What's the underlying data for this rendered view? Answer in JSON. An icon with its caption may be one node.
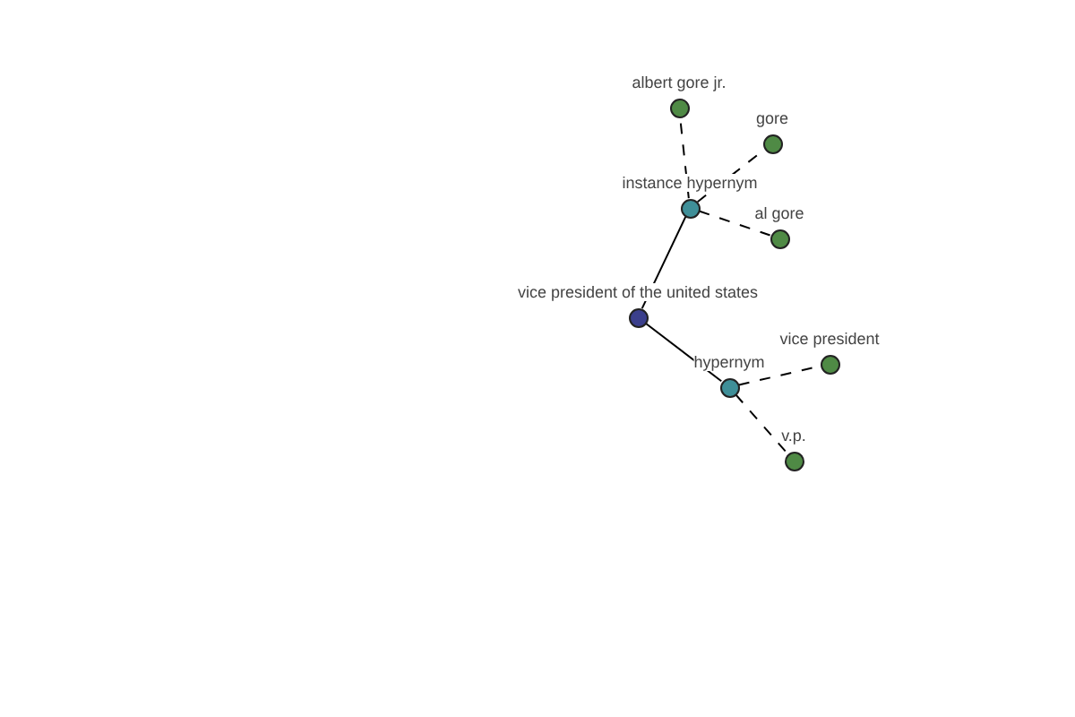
{
  "diagram": {
    "nodes": [
      {
        "text": [],
        "shape": "circle",
        "beside": [
          "vice president of the united states"
        ]
      },
      {
        "text": [],
        "shape": "circle",
        "beside": [
          "instance hypernym"
        ]
      },
      {
        "text": [],
        "shape": "circle",
        "beside": [
          "albert gore jr."
        ]
      },
      {
        "text": [],
        "shape": "circle",
        "beside": [
          "gore"
        ]
      },
      {
        "text": [],
        "shape": "circle",
        "beside": [
          "al gore"
        ]
      },
      {
        "text": [],
        "shape": "circle",
        "beside": [
          "hypernym"
        ]
      },
      {
        "text": [],
        "shape": "circle",
        "beside": [
          "vice president"
        ]
      },
      {
        "text": [],
        "shape": "circle",
        "beside": [
          "v.p."
        ]
      }
    ],
    "edges": [
      {
        "from": 0,
        "to": 1,
        "arrow": "none"
      },
      {
        "from": 1,
        "to": 2,
        "arrow": "none",
        "style": "dashed"
      },
      {
        "from": 1,
        "to": 3,
        "arrow": "none",
        "style": "dashed"
      },
      {
        "from": 1,
        "to": 4,
        "arrow": "none",
        "style": "dashed"
      },
      {
        "from": 0,
        "to": 5,
        "arrow": "none"
      },
      {
        "from": 5,
        "to": 6,
        "arrow": "none",
        "style": "dashed"
      },
      {
        "from": 5,
        "to": 7,
        "arrow": "none",
        "style": "dashed"
      }
    ]
  }
}
